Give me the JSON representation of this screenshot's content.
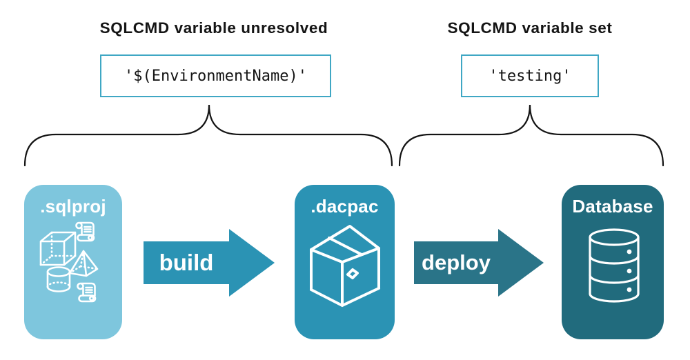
{
  "annotations": {
    "left": {
      "title": "SQLCMD variable unresolved",
      "code": "'$(EnvironmentName)'"
    },
    "right": {
      "title": "SQLCMD variable set",
      "code": "'testing'"
    }
  },
  "pipeline": {
    "source": {
      "label": ".sqlproj",
      "icon": "sql-objects-icon"
    },
    "build_arrow": {
      "label": "build"
    },
    "package": {
      "label": ".dacpac",
      "icon": "package-box-icon"
    },
    "deploy_arrow": {
      "label": "deploy"
    },
    "target": {
      "label": "Database",
      "icon": "database-cylinder-icon"
    }
  },
  "colors": {
    "sqlproj_bg": "#7ec6dd",
    "dacpac_bg": "#2b93b4",
    "build_arrow_bg": "#2b93b4",
    "deploy_arrow_bg": "#2a7488",
    "database_bg": "#216b7d",
    "code_border": "#3fa7c4",
    "brace_stroke": "#141414",
    "heading_text": "#141414",
    "code_text": "#141414",
    "label_text": "#ffffff",
    "icon_stroke": "#ffffff",
    "page_bg": "#ffffff"
  }
}
